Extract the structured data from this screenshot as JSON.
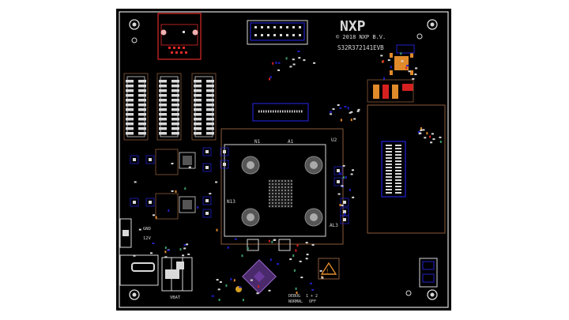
{
  "board": {
    "logo": "NXP",
    "copyright": "© 2018 NXP B.V.",
    "part_number": "S32R372141EVB",
    "labels": {
      "n1": "N1",
      "a1": "A1",
      "u2": "U2",
      "n13": "N13",
      "al3": "AL3",
      "gnd": "GND",
      "v12": "12V",
      "vbat": "VBAT",
      "debug": "DEBUG",
      "debug_pins": "1 + 2",
      "normal": "NORMAL",
      "off": "OFF"
    },
    "colors": {
      "board": "#000000",
      "outline": "#e0e0e0",
      "silkscreen": "#d9d9d9",
      "copper_blue": "#2020c8",
      "pad_orange": "#e08a2a",
      "pad_red": "#d62020",
      "connector_red": "#e02828",
      "pad_green": "#3a9a6a"
    }
  }
}
